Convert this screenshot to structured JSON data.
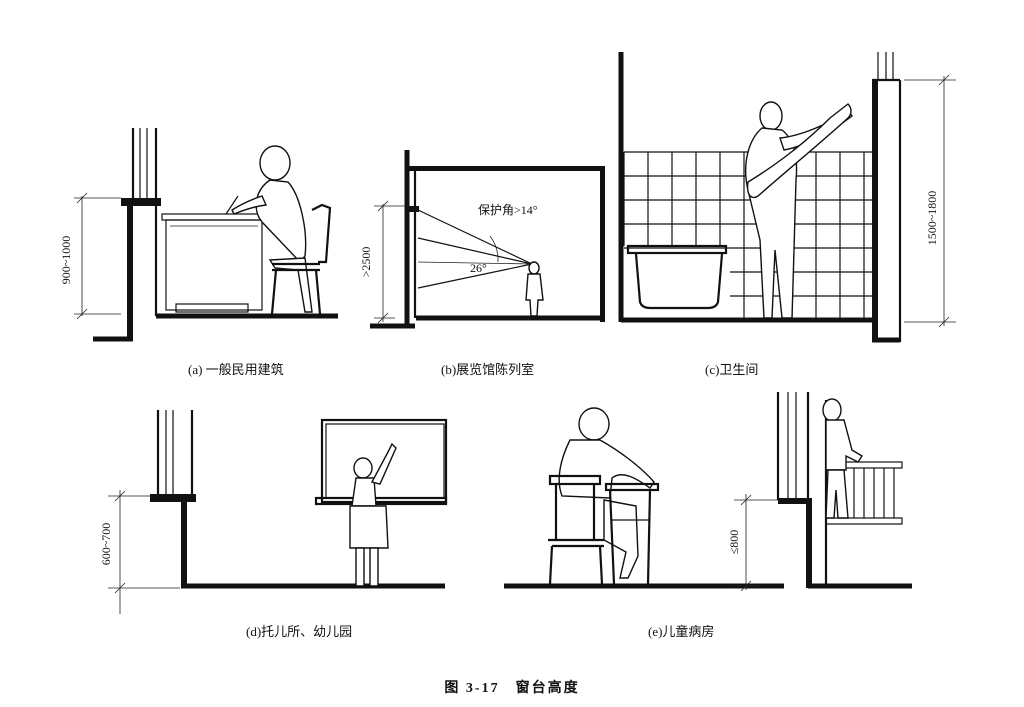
{
  "title": "图 3-17　窗台高度",
  "panels": {
    "a": {
      "caption": "(a)  一般民用建筑",
      "dimension": "900~1000"
    },
    "b": {
      "caption": "(b)展览馆陈列室",
      "dimension": ">2500",
      "angle_label": "保护角>14°",
      "angle_value": "26°"
    },
    "c": {
      "caption": "(c)卫生间",
      "dimension": "1500~1800"
    },
    "d": {
      "caption": "(d)托儿所、幼儿园",
      "dimension": "600~700"
    },
    "e": {
      "caption": "(e)儿童病房",
      "dimension": "≤800"
    }
  }
}
